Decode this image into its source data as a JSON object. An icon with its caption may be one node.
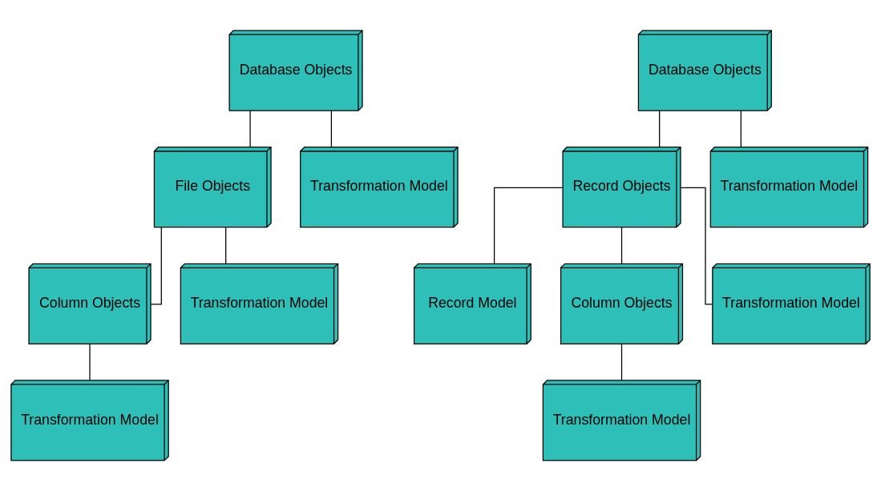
{
  "diagram": {
    "nodes": [
      {
        "text": [
          "Database Objects"
        ]
      },
      {
        "text": [
          "File Objects"
        ]
      },
      {
        "text": [
          "Transformation Model"
        ]
      },
      {
        "text": [
          "Column Objects"
        ]
      },
      {
        "text": [
          "Transformation Model"
        ]
      },
      {
        "text": [
          "Transformation Model"
        ]
      },
      {
        "text": [
          "Database Objects"
        ]
      },
      {
        "text": [
          "Record Objects"
        ]
      },
      {
        "text": [
          "Transformation Model"
        ]
      },
      {
        "text": [
          "Record Model"
        ]
      },
      {
        "text": [
          "Column Objects"
        ]
      },
      {
        "text": [
          "Transformation Model"
        ]
      },
      {
        "text": [
          "Transformation Model"
        ]
      }
    ],
    "edges": [
      {
        "from": 0,
        "to": 1,
        "arrow": "none"
      },
      {
        "from": 0,
        "to": 2,
        "arrow": "none"
      },
      {
        "from": 1,
        "to": 3,
        "arrow": "none"
      },
      {
        "from": 1,
        "to": 4,
        "arrow": "none"
      },
      {
        "from": 3,
        "to": 5,
        "arrow": "none"
      },
      {
        "from": 6,
        "to": 7,
        "arrow": "none"
      },
      {
        "from": 6,
        "to": 8,
        "arrow": "none"
      },
      {
        "from": 7,
        "to": 9,
        "arrow": "none"
      },
      {
        "from": 7,
        "to": 10,
        "arrow": "none"
      },
      {
        "from": 7,
        "to": 11,
        "arrow": "none"
      },
      {
        "from": 10,
        "to": 12,
        "arrow": "none"
      }
    ]
  }
}
